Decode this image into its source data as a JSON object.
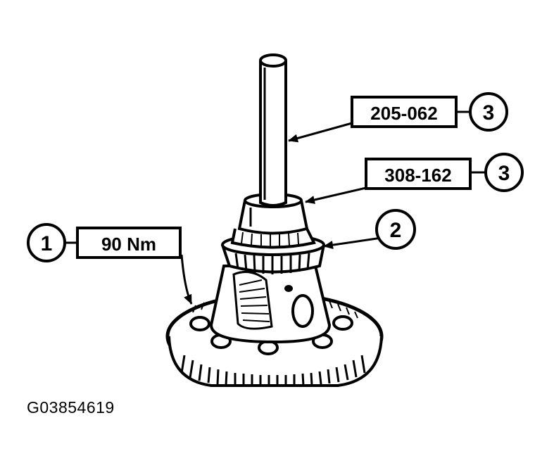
{
  "figure_id": "G03854619",
  "callouts": [
    {
      "number": "3",
      "label": "205-062"
    },
    {
      "number": "3",
      "label": "308-162"
    },
    {
      "number": "2",
      "label": ""
    },
    {
      "number": "1",
      "label": "90 Nm"
    }
  ]
}
